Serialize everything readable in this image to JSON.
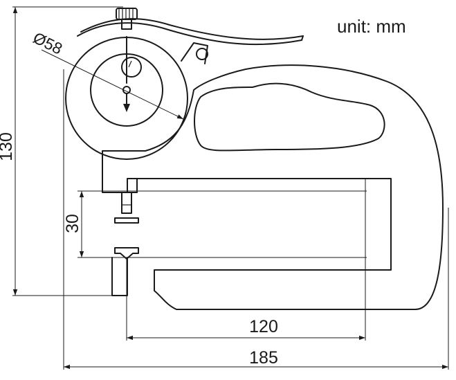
{
  "unit_label": "unit: mm",
  "dimensions": {
    "dial_diameter": "Ø58",
    "overall_height": "130",
    "throat_opening": "30",
    "throat_depth": "120",
    "overall_length": "185"
  },
  "colors": {
    "line": "#1a1a1a",
    "background": "#ffffff"
  }
}
